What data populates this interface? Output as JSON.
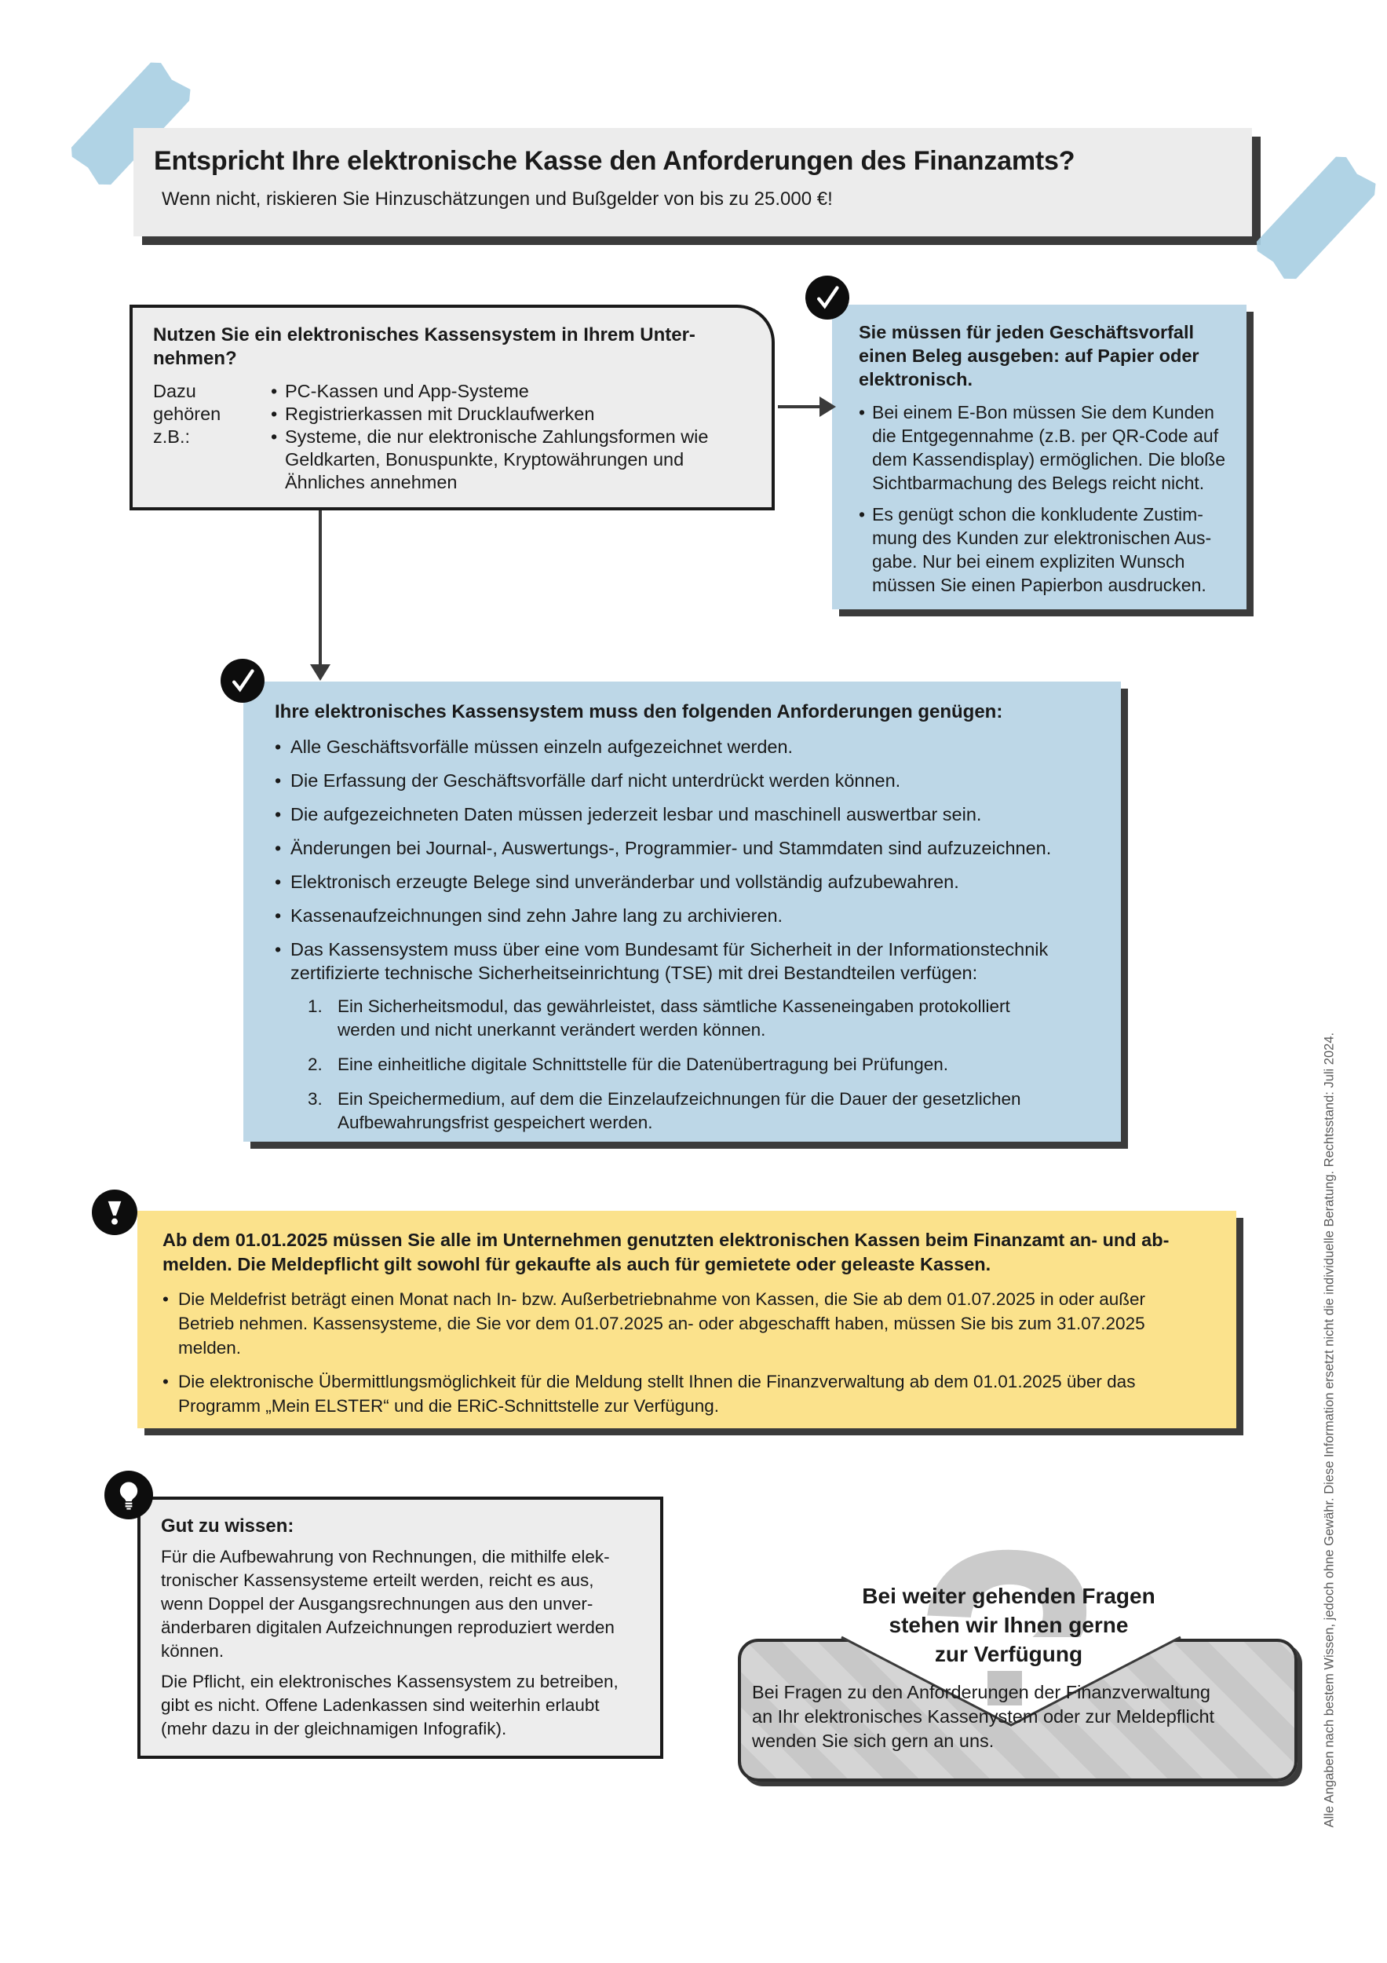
{
  "header": {
    "title": "Entspricht Ihre elektronische Kasse den Anforderungen des Finanzamts?",
    "subtitle": "Wenn nicht, riskieren Sie Hinzuschätzungen und Bußgelder von bis zu 25.000 €!"
  },
  "colors": {
    "box_blue": "#bdd7e7",
    "box_yellow": "#fbe28c",
    "box_gray": "#ededed",
    "tape_blue": "#a9cfe3",
    "shadow": "#3b3b3b"
  },
  "intro_box": {
    "title": [
      "Nutzen Sie ein elektronisches Kassensystem in Ihrem Unter-",
      "nehmen?"
    ],
    "label": [
      "Dazu",
      "gehören",
      "z.B.:"
    ],
    "items": [
      "PC-Kassen und App-Systeme",
      "Registrierkassen mit Drucklaufwerken",
      [
        "Systeme, die nur elektronische Zahlungsformen wie",
        "Geldkarten, Bonuspunkte, Kryptowährungen und",
        "Ähnliches annehmen"
      ]
    ]
  },
  "receipt_box": {
    "title": [
      "Sie müssen für jeden Geschäftsvorfall",
      "einen Beleg ausgeben: auf Papier oder",
      "elektronisch."
    ],
    "items": [
      [
        "Bei einem E-Bon müssen Sie dem Kunden",
        "die Entgegennahme (z.B. per QR-Code auf",
        "dem Kassendisplay) ermöglichen. Die bloße",
        "Sichtbarmachung des Belegs reicht nicht."
      ],
      [
        "Es genügt schon die konkludente Zustim-",
        "mung des Kunden zur elektronischen Aus-",
        "gabe. Nur bei einem expliziten Wunsch",
        "müssen Sie einen Papierbon ausdrucken."
      ]
    ]
  },
  "requirements_box": {
    "title": "Ihre elektronisches Kassensystem muss den folgenden Anforderungen genügen:",
    "items": [
      "Alle Geschäftsvorfälle müssen einzeln aufgezeichnet werden.",
      "Die Erfassung der Geschäftsvorfälle darf nicht unterdrückt werden können.",
      "Die aufgezeichneten Daten müssen jederzeit lesbar und maschinell auswertbar sein.",
      "Änderungen bei Journal-, Auswertungs-, Programmier- und Stammdaten sind aufzuzeichnen.",
      "Elektronisch erzeugte Belege sind unveränderbar und vollständig aufzubewahren.",
      "Kassenaufzeichnungen sind zehn Jahre lang zu archivieren.",
      [
        "Das Kassensystem muss über eine vom Bundesamt für Sicherheit in der Informationstechnik",
        "zertifizierte technische Sicherheitseinrichtung (TSE) mit drei Bestandteilen verfügen:"
      ]
    ],
    "tse_items": [
      {
        "marker": "1.",
        "text": [
          "Ein Sicherheitsmodul, das gewährleistet, dass sämtliche Kasseneingaben protokolliert",
          "werden und nicht unerkannt verändert werden können."
        ]
      },
      {
        "marker": "2.",
        "text": "Eine einheitliche digitale Schnittstelle für die Datenübertragung bei Prüfungen."
      },
      {
        "marker": "3.",
        "text": [
          "Ein Speichermedium, auf dem die Einzelaufzeichnungen für die Dauer der gesetzlichen",
          "Aufbewahrungsfrist gespeichert werden."
        ]
      }
    ]
  },
  "registration_box": {
    "title": [
      "Ab dem 01.01.2025 müssen Sie alle im Unternehmen genutzten elektronischen Kassen beim Finanzamt an- und ab-",
      "melden. Die Meldepflicht gilt sowohl für gekaufte als auch für gemietete oder geleaste Kassen."
    ],
    "items": [
      [
        "Die Meldefrist beträgt einen Monat nach In- bzw. Außerbetriebnahme von Kassen, die Sie ab dem 01.07.2025 in oder außer",
        "Betrieb nehmen. Kassensysteme, die Sie vor dem 01.07.2025 an- oder abgeschafft haben, müssen Sie bis zum 31.07.2025",
        "melden."
      ],
      [
        "Die elektronische Übermittlungsmöglichkeit für die Meldung stellt Ihnen die Finanzverwaltung ab dem 01.01.2025 über das",
        "Programm „Mein ELSTER“ und die ERiC-Schnittstelle zur Verfügung."
      ]
    ]
  },
  "tip_box": {
    "title": "Gut zu wissen:",
    "paragraph1": [
      "Für die Aufbewahrung von Rechnungen, die mithilfe elek-",
      "tronischer Kassensysteme erteilt werden, reicht es aus,",
      "wenn Doppel der Ausgangsrechnungen aus den unver-",
      "änderbaren digitalen Aufzeichnungen reproduziert werden",
      "können."
    ],
    "paragraph2": [
      "Die Pflicht, ein elektronisches Kassensystem zu betreiben,",
      "gibt es nicht. Offene Ladenkassen sind weiterhin erlaubt",
      "(mehr dazu in der gleichnamigen Infografik)."
    ]
  },
  "contact": {
    "question_glyph": "?",
    "heading": [
      "Bei weiter gehenden Fragen",
      "stehen wir Ihnen gerne",
      "zur Verfügung"
    ],
    "text": [
      "Bei Fragen zu den Anforderungen der Finanzverwaltung",
      "an Ihr elektronisches Kassenystem oder zur Meldepflicht",
      "wenden Sie sich gern an uns."
    ]
  },
  "disclaimer": "Alle Angaben nach bestem Wissen, jedoch ohne Gewähr. Diese Information ersetzt nicht die individuelle Beratung. Rechtsstand: Juli 2024."
}
